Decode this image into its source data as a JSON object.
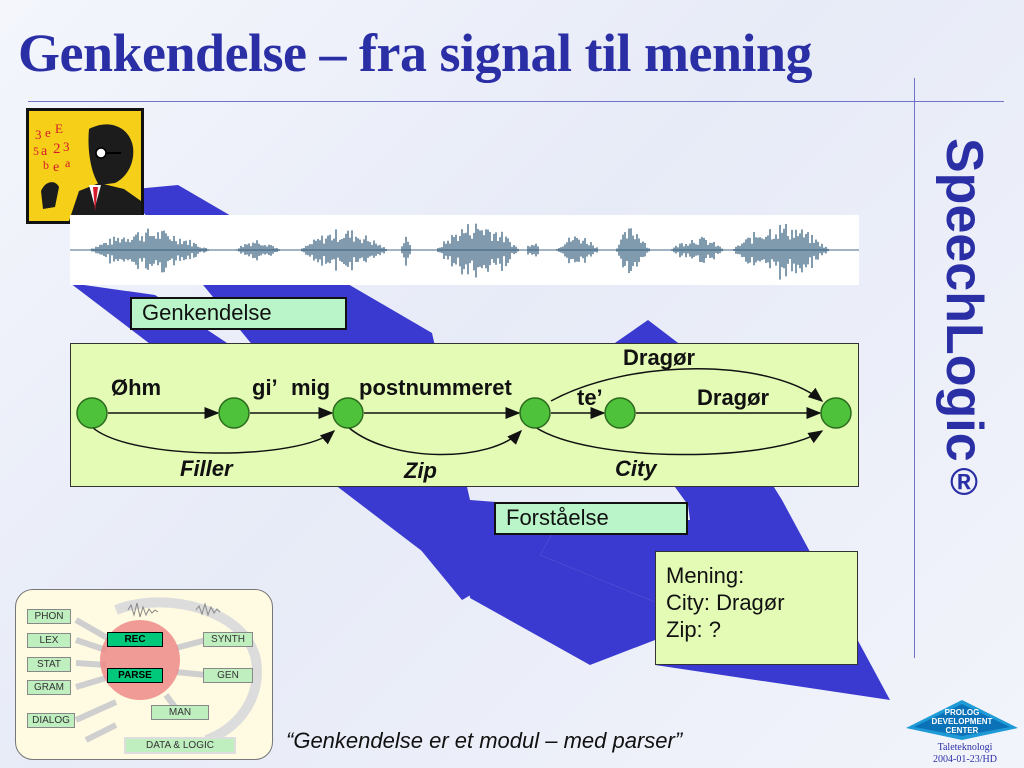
{
  "slide": {
    "title": "Genkendelse – fra signal til mening",
    "brand": "SpeechLogic",
    "brand_reg": "®"
  },
  "labels": {
    "genkendelse": "Genkendelse",
    "forstaaelse": "Forståelse"
  },
  "graph": {
    "words": {
      "ohm": "Øhm",
      "gi": "gi’",
      "mig": "mig",
      "postnummeret": "postnummeret",
      "te": "te’",
      "dragor_top": "Dragør",
      "dragor_mid": "Dragør"
    },
    "nonterminals": {
      "filler": "Filler",
      "zip": "Zip",
      "city": "City"
    }
  },
  "meaning": {
    "heading": "Mening:",
    "city": "City: Dragør",
    "zip": "Zip: ?"
  },
  "architecture": {
    "modules": {
      "phon": "PHON",
      "lex": "LEX",
      "stat": "STAT",
      "gram": "GRAM",
      "dialog": "DIALOG",
      "rec": "REC",
      "parse": "PARSE",
      "synth": "SYNTH",
      "gen": "GEN",
      "man": "MAN",
      "data_logic": "DATA & LOGIC"
    }
  },
  "quote": "“Genkendelse er et modul – med parser”",
  "logo": {
    "line1": "PROLOG",
    "line2": "DEVELOPMENT",
    "line3": "CENTER"
  },
  "footer": {
    "line1": "Taleteknologi",
    "line2": "2004-01-23/HD"
  },
  "colors": {
    "title": "#2b2fa6",
    "band": "#3a3ad0",
    "label_box": "#b9f5c8",
    "graph_bg": "#e4fbb6",
    "node": "#4ec23a"
  }
}
